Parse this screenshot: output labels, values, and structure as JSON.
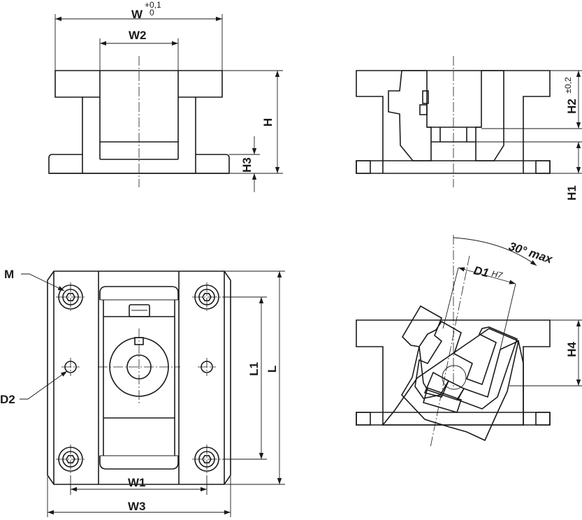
{
  "labels": {
    "W": "W",
    "W_tol_upper": "+0,1",
    "W_tol_lower": "0",
    "W2": "W2",
    "H": "H",
    "H3": "H3",
    "H2": "H2",
    "H2_tol": "±0,2",
    "H1": "H1",
    "M": "M",
    "D2": "D2",
    "L1": "L1",
    "L": "L",
    "W1": "W1",
    "W3": "W3",
    "angle": "30° max",
    "D1": "D1",
    "D1_fit": "H7",
    "H4": "H4"
  }
}
